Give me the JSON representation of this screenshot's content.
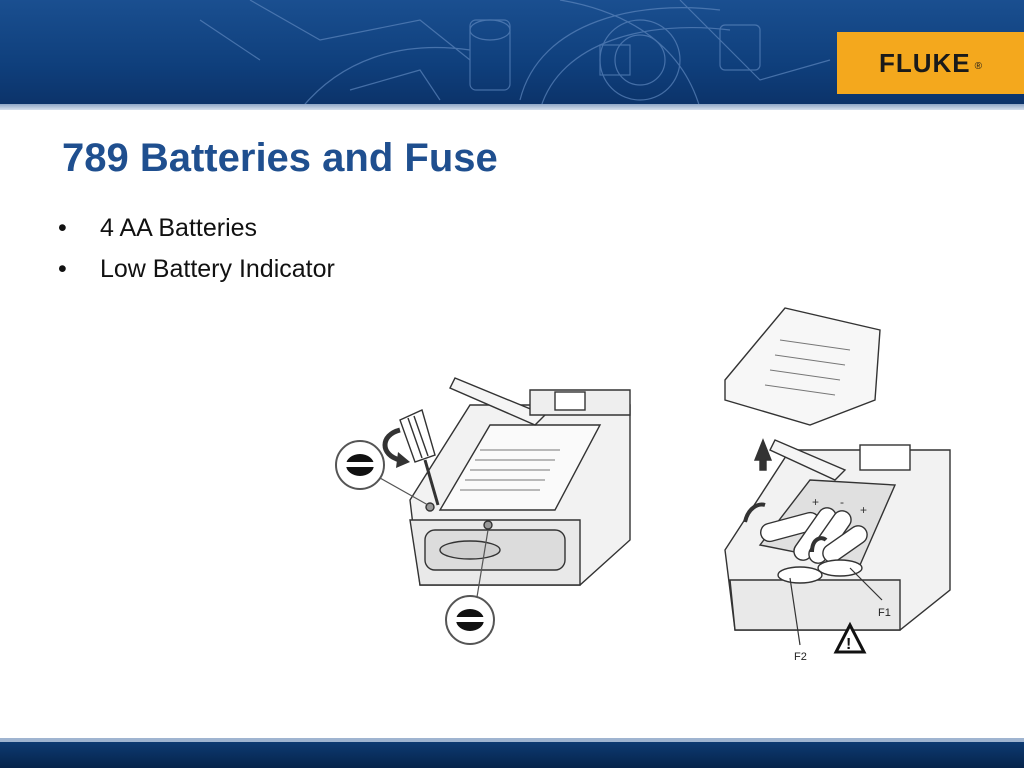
{
  "header": {
    "logo_text": "FLUKE",
    "logo_mark": "®"
  },
  "slide": {
    "title": "789 Batteries and Fuse",
    "bullets": [
      "4 AA Batteries",
      "Low Battery Indicator"
    ],
    "bullet_glyph": "•"
  },
  "figure": {
    "label_f1": "F1",
    "label_f2": "F2",
    "plus": "+",
    "minus": "-",
    "warning_glyph": "!"
  },
  "colors": {
    "header": "#134581",
    "logo": "#f4a81d",
    "title": "#1f4f8f"
  }
}
